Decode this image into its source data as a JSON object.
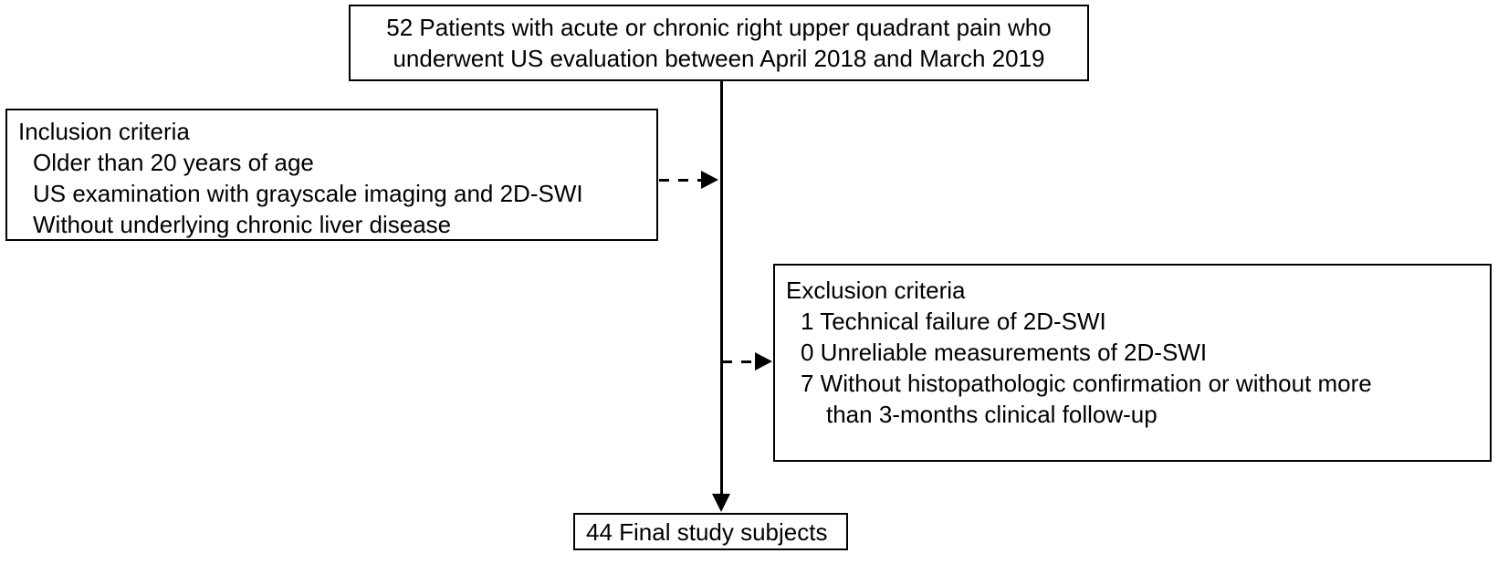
{
  "diagram": {
    "type": "study-flowchart",
    "colors": {
      "stroke": "#000000",
      "background": "#ffffff",
      "text": "#000000"
    },
    "enrolled_box": {
      "line1": "52 Patients with acute or chronic right upper quadrant pain who",
      "line2": "underwent US evaluation between April 2018 and March 2019"
    },
    "inclusion_box": {
      "title": "Inclusion criteria",
      "items": [
        "Older than 20 years of age",
        "US examination with grayscale imaging and 2D-SWI",
        "Without underlying chronic liver disease"
      ]
    },
    "exclusion_box": {
      "title": "Exclusion criteria",
      "items": [
        "1 Technical failure of 2D-SWI",
        "0 Unreliable measurements of 2D-SWI",
        "7 Without histopathologic confirmation or without more"
      ],
      "item3_continuation": "than 3-months clinical follow-up"
    },
    "final_box": {
      "label": "44 Final study subjects"
    }
  }
}
